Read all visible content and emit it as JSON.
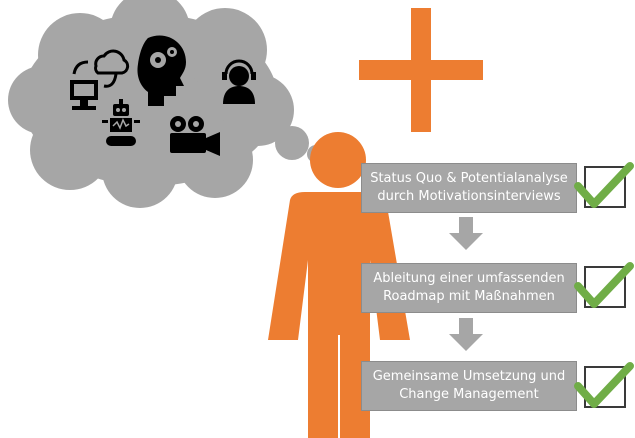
{
  "colors": {
    "person": "#ed7d31",
    "plus": "#ed7d31",
    "cloud": "#a6a6a6",
    "step_box": "#a6a6a6",
    "step_text": "#ffffff",
    "arrow": "#a6a6a6",
    "check": "#70ad47",
    "icons": "#000000"
  },
  "cloud_icons": [
    "computer-cloud-sync-icon",
    "head-gears-icon",
    "headset-agent-icon",
    "robot-icon",
    "video-camera-icon"
  ],
  "steps": [
    {
      "line1": "Status Quo & Potentialanalyse",
      "line2": "durch Motivationsinterviews",
      "done": true
    },
    {
      "line1": "Ableitung einer umfassenden",
      "line2": "Roadmap mit Maßnahmen",
      "done": true
    },
    {
      "line1": "Gemeinsame Umsetzung und",
      "line2": "Change Management",
      "done": true
    }
  ]
}
